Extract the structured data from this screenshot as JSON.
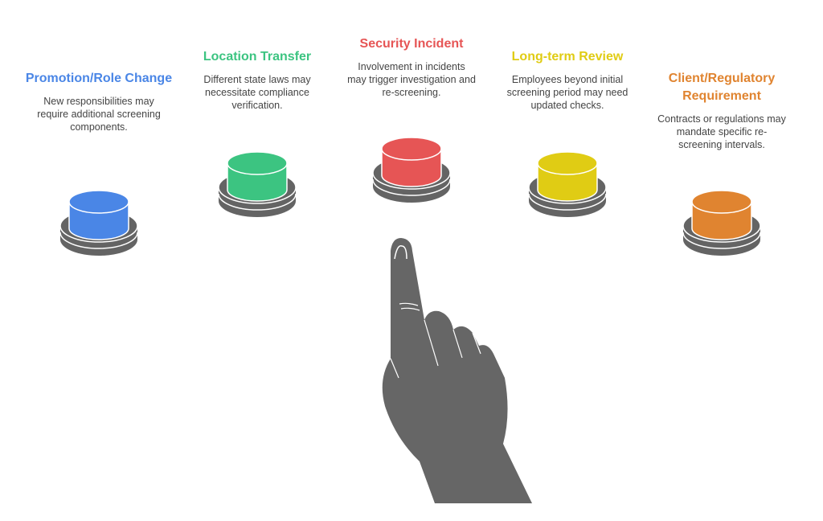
{
  "items": [
    {
      "title": "Promotion/Role Change",
      "description": "New responsibilities may require additional screening components.",
      "color": "#4a86e6"
    },
    {
      "title": "Location Transfer",
      "description": "Different state laws may necessitate compliance verification.",
      "color": "#3cc481"
    },
    {
      "title": "Security Incident",
      "description": "Involvement in incidents may trigger investigation and re-screening.",
      "color": "#e65555"
    },
    {
      "title": "Long-term Review",
      "description": "Employees beyond initial screening period may need updated checks.",
      "color": "#e0cc14"
    },
    {
      "title": "Client/Regulatory Requirement",
      "description": "Contracts or regulations may mandate specific re-screening intervals.",
      "color": "#e08430"
    }
  ],
  "colors": {
    "base": "#646464",
    "hand": "#666666"
  }
}
